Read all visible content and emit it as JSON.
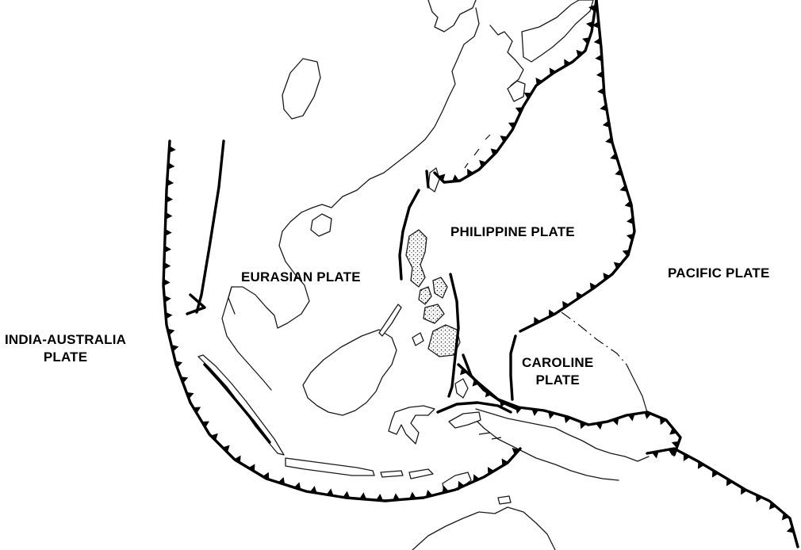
{
  "map": {
    "labels": {
      "philippine": "PHILIPPINE PLATE",
      "eurasian": "EURASIAN PLATE",
      "pacific": "PACIFIC PLATE",
      "india_line1": "INDIA-AUSTRALIA",
      "india_line2": "PLATE",
      "caroline_line1": "CAROLINE",
      "caroline_line2": "PLATE"
    },
    "colors": {
      "ink": "#000000",
      "background": "#ffffff"
    }
  }
}
